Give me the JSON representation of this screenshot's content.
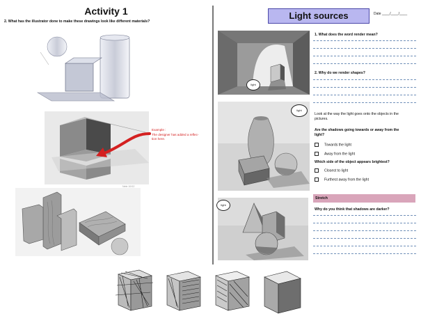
{
  "left": {
    "title": "Activity 1",
    "question": "2. What has the  illustrator done to make these drawings look like different materials?",
    "annotation": [
      "Example :",
      "The designer has added a reflec-",
      "tion here."
    ],
    "signature": "Nele 10/12"
  },
  "right": {
    "title": "Light sources",
    "date_label": "Date ____/____/____",
    "q1": "1. What does the word render mean?",
    "q2": "2. Why do we render shapes?",
    "instruction": [
      "Look at the way the light goes onto the objects in the",
      "pictures."
    ],
    "shadow_question": [
      "Are the shadows going towards or away from the",
      "light?"
    ],
    "shadow_options": [
      "Towards the light",
      "Away from the light"
    ],
    "bright_question": "Which side of the object appears brightest?",
    "bright_options": [
      "Closest to light",
      "Furthest away from the light"
    ],
    "stretch_label": "Stretch",
    "stretch_question": "Why do you think that shadows are darker?",
    "light_tags": [
      "light",
      "light",
      "light"
    ]
  },
  "colors": {
    "title_box": "#b9b7f0",
    "stretch_bar": "#d9a5ba",
    "annotation": "#d42020",
    "answer_lines": "#6f8fb8"
  }
}
